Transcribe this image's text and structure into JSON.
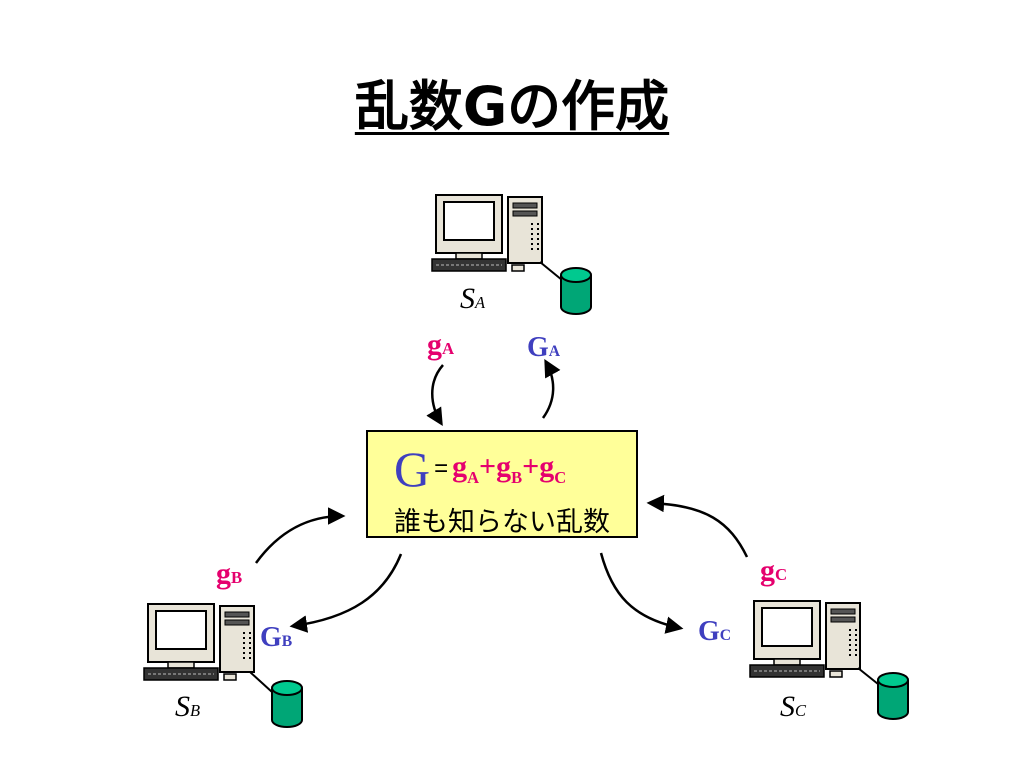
{
  "title": "乱数Gの作成",
  "center": {
    "G": "G",
    "equals": "=",
    "formula_terms": [
      {
        "base": "g",
        "sub": "A"
      },
      {
        "op": "+"
      },
      {
        "base": "g",
        "sub": "B"
      },
      {
        "op": "+"
      },
      {
        "base": "g",
        "sub": "C"
      }
    ],
    "caption": "誰も知らない乱数"
  },
  "nodes": {
    "a": {
      "name": "S",
      "sub": "A",
      "out_label": {
        "base": "g",
        "sub": "A"
      },
      "in_label": {
        "base": "G",
        "sub": "A"
      }
    },
    "b": {
      "name": "S",
      "sub": "B",
      "out_label": {
        "base": "g",
        "sub": "B"
      },
      "in_label": {
        "base": "G",
        "sub": "B"
      }
    },
    "c": {
      "name": "S",
      "sub": "C",
      "out_label": {
        "base": "g",
        "sub": "C"
      },
      "in_label": {
        "base": "G",
        "sub": "C"
      }
    }
  },
  "colors": {
    "random_piece": "#e5006e",
    "result": "#3f3fbf",
    "box_fill": "#ffff99",
    "database": "#00a676"
  }
}
